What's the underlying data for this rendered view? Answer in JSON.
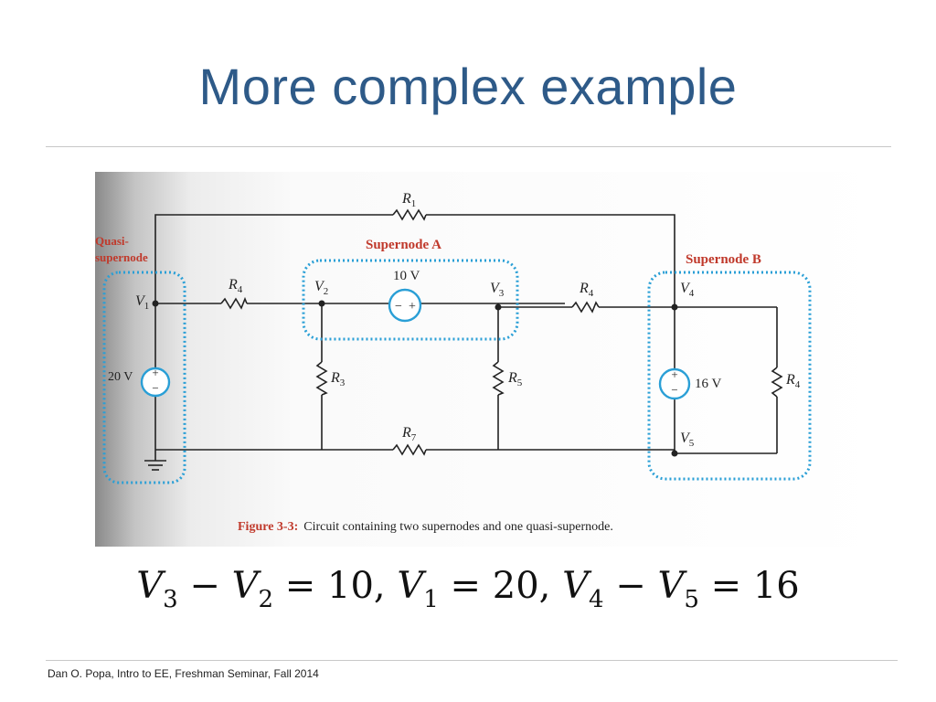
{
  "slide": {
    "title": "More complex example",
    "footer": "Dan O. Popa, Intro to EE, Freshman Seminar, Fall 2014"
  },
  "equation": {
    "v3": "V",
    "v3_sub": "3",
    "minus1": " − ",
    "v2": "V",
    "v2_sub": "2",
    "eq1": " = 10, ",
    "v1": "V",
    "v1_sub": "1",
    "eq2": " = 20, ",
    "v4": "V",
    "v4_sub": "4",
    "minus2": " − ",
    "v5": "V",
    "v5_sub": "5",
    "eq3": " = 16"
  },
  "figure": {
    "caption_label": "Figure 3-3:",
    "caption_text": "Circuit containing two supernodes and one quasi-supernode.",
    "quasi_label_1": "Quasi-",
    "quasi_label_2": "supernode",
    "supernode_a_label": "Supernode A",
    "supernode_b_label": "Supernode B",
    "nodes": {
      "v1": "V",
      "v1_sub": "1",
      "v2": "V",
      "v2_sub": "2",
      "v3": "V",
      "v3_sub": "3",
      "v4": "V",
      "v4_sub": "4",
      "v5": "V",
      "v5_sub": "5"
    },
    "resistors": {
      "r1": "R",
      "r1_sub": "1",
      "r4_left": "R",
      "r4_left_sub": "4",
      "r4_mid": "R",
      "r4_mid_sub": "4",
      "r4_right": "R",
      "r4_right_sub": "4",
      "r3": "R",
      "r3_sub": "3",
      "r5": "R",
      "r5_sub": "5",
      "r7": "R",
      "r7_sub": "7"
    },
    "sources": {
      "s20": "20 V",
      "s10": "10 V",
      "s16": "16 V",
      "plus": "+",
      "minus": "−"
    },
    "colors": {
      "supernode": "#2a9fd6",
      "label": "#c0392b",
      "wire": "#222222"
    }
  }
}
